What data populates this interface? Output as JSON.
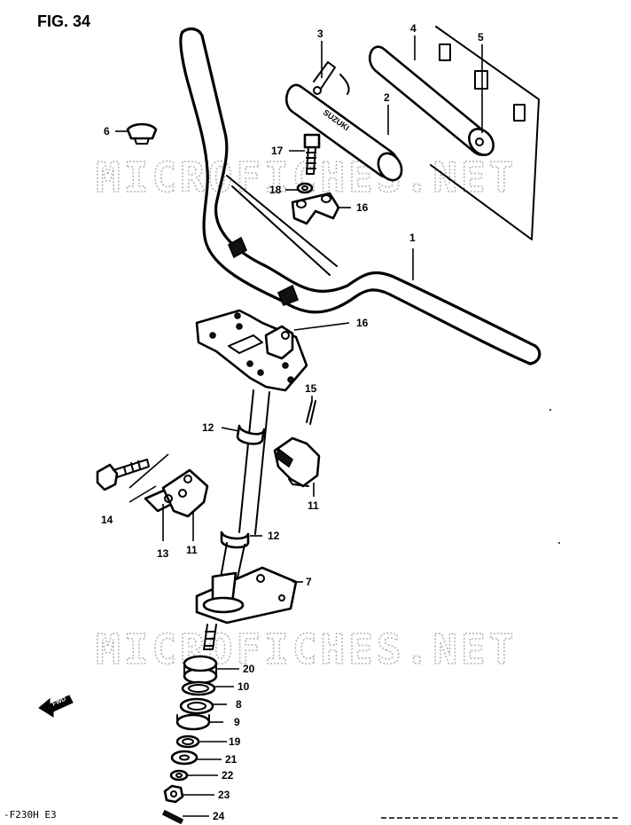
{
  "figure_title": "FIG. 34",
  "watermark": "MICROFICHES.NET",
  "model_code": "-F230H  E3",
  "brand_label": "SUZUKI",
  "forward_label": "FWD",
  "callouts": {
    "c1": "1",
    "c2": "2",
    "c3": "3",
    "c4": "4",
    "c5": "5",
    "c6": "6",
    "c7": "7",
    "c8": "8",
    "c9": "9",
    "c10": "10",
    "c11a": "11",
    "c11b": "11",
    "c12a": "12",
    "c12b": "12",
    "c13": "13",
    "c14": "14",
    "c15": "15",
    "c16a": "16",
    "c16b": "16",
    "c17": "17",
    "c18": "18",
    "c19": "19",
    "c20": "20",
    "c21": "21",
    "c22": "22",
    "c23": "23",
    "c24": "24"
  }
}
